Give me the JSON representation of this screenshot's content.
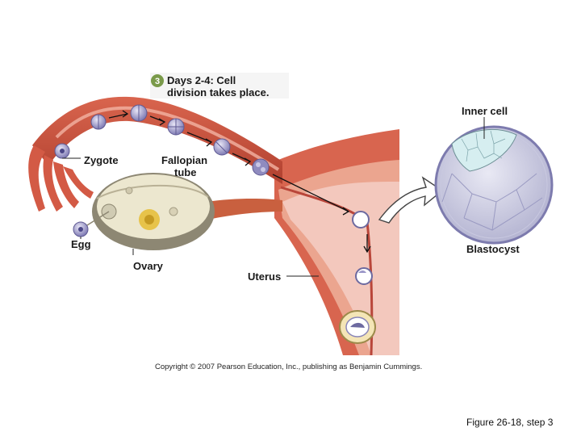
{
  "step": {
    "number": "3",
    "title_line1": "Days 2-4: Cell",
    "title_line2": "division takes place."
  },
  "labels": {
    "zygote": "Zygote",
    "fallopian_line1": "Fallopian",
    "fallopian_line2": "tube",
    "egg": "Egg",
    "ovary": "Ovary",
    "uterus": "Uterus",
    "inner_cell": "Inner cell",
    "blastocyst": "Blastocyst"
  },
  "copyright": "Copyright © 2007 Pearson Education, Inc., publishing as Benjamin Cummings.",
  "caption": "Figure 26-18, step 3",
  "colors": {
    "tissue": "#c94f3c",
    "tissue_light": "#e8a08a",
    "lining": "#f0c3b8",
    "badge": "#7a9a4a",
    "cell": "#9a96c8"
  }
}
